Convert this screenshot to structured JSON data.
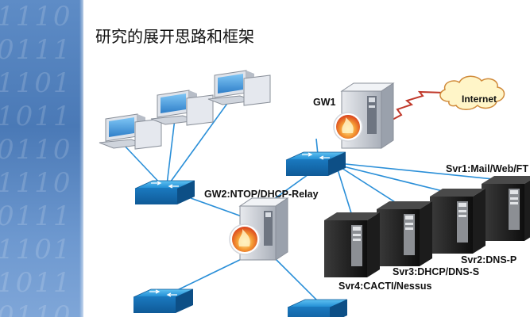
{
  "title": "研究的展开思路和框架",
  "watermark_text": "1110\n0111\n1101\n1011\n0110\n1110\n0111\n1101\n1011\n0110",
  "nodes": {
    "gw1": "GW1",
    "internet": "Internet",
    "gw2": "GW2:NTOP/DHCP-Relay",
    "svr1": "Svr1:Mail/Web/FT",
    "svr2": "Svr2:DNS-P",
    "svr3": "Svr3:DHCP/DNS-S",
    "svr4": "Svr4:CACTI/Nessus"
  },
  "colors": {
    "link": "#2a8fd8",
    "switch": "#1f8fd6",
    "band": "#4a79b6",
    "firewall": "#e0542a",
    "wan": "#c0392b",
    "cloud": "#fff5c8"
  },
  "icons": [
    "workstation-icon",
    "switch-icon",
    "server-tower-icon",
    "firewall-flame-icon",
    "cloud-icon",
    "rack-server-icon"
  ]
}
